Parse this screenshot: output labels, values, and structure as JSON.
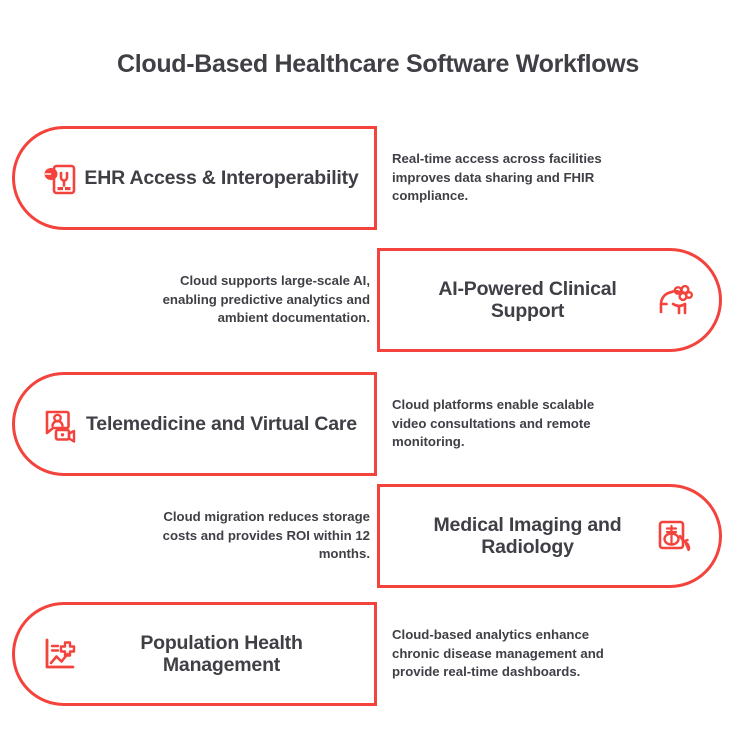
{
  "title": "Cloud-Based Healthcare Software Workflows",
  "colors": {
    "accent": "#f4433c",
    "text": "#3f3f46",
    "background": "#ffffff"
  },
  "rows": [
    {
      "side": "left",
      "icon": "medical-record-icon",
      "title": "EHR Access & Interoperability",
      "description": "Real-time access across facilities improves data sharing and FHIR compliance."
    },
    {
      "side": "right",
      "icon": "ai-brain-head-icon",
      "title": "AI-Powered Clinical Support",
      "description": "Cloud supports large-scale AI, enabling predictive analytics and ambient documentation."
    },
    {
      "side": "left",
      "icon": "telemedicine-video-icon",
      "title": "Telemedicine and Virtual Care",
      "description": "Cloud platforms enable scalable video consultations and remote monitoring."
    },
    {
      "side": "right",
      "icon": "xray-scan-hand-icon",
      "title": "Medical Imaging and Radiology",
      "description": "Cloud migration reduces storage costs and provides ROI within 12 months."
    },
    {
      "side": "left",
      "icon": "health-chart-cross-icon",
      "title": "Population Health Management",
      "description": "Cloud-based analytics enhance chronic disease management and provide real-time dashboards."
    }
  ]
}
